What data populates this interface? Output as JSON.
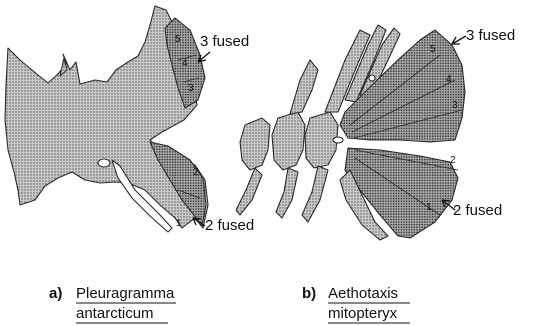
{
  "panel_a": {
    "letter": "a)",
    "genus": "Pleuragramma",
    "species": "antarcticum",
    "callout_top": "3 fused",
    "callout_bottom": "2 fused",
    "ray_numbers": [
      "5",
      "4",
      "3",
      "2",
      "1"
    ]
  },
  "panel_b": {
    "letter": "b)",
    "genus": "Aethotaxis",
    "species": "mitopteryx",
    "callout_top": "3 fused",
    "callout_bottom": "2 fused",
    "ray_numbers": [
      "5",
      "4",
      "3",
      "2",
      "1"
    ]
  },
  "colors": {
    "stipple": "#8a8a8a",
    "outline": "#2b2b2b",
    "background": "#ffffff"
  }
}
